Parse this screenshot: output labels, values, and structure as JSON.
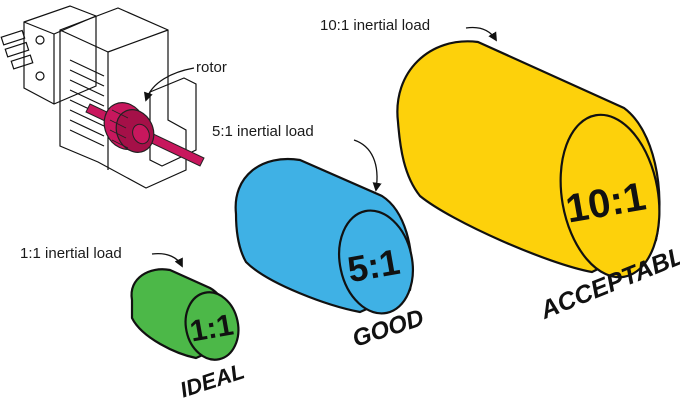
{
  "motor": {
    "rotor_label": "rotor",
    "colors": {
      "rotor": "#c8175d",
      "body": "#ffffff",
      "line": "#222222"
    }
  },
  "loads": [
    {
      "ratio": "1:1",
      "caption": "1:1 inertial load",
      "rating": "IDEAL",
      "color": "#4cb848"
    },
    {
      "ratio": "5:1",
      "caption": "5:1 inertial load",
      "rating": "GOOD",
      "color": "#3fb1e5"
    },
    {
      "ratio": "10:1",
      "caption": "10:1 inertial load",
      "rating": "ACCEPTABLE",
      "color": "#fdd10b"
    }
  ]
}
